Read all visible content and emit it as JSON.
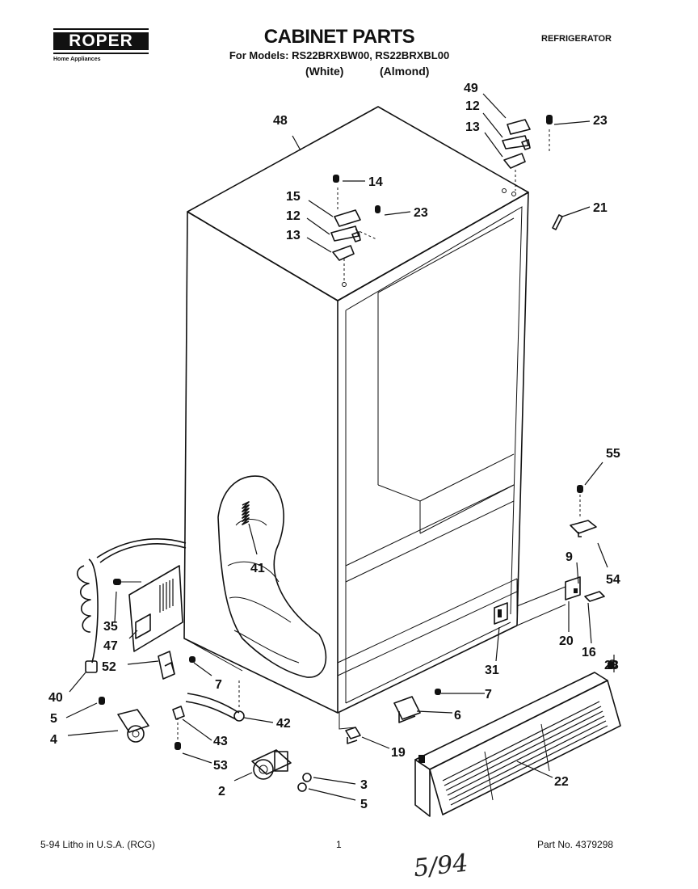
{
  "header": {
    "brand": "ROPER",
    "brand_tagline": "Home Appliances",
    "title": "CABINET PARTS",
    "models_line": "For Models: RS22BRXBW00, RS22BRXBL00",
    "variant_white": "(White)",
    "variant_almond": "(Almond)",
    "category": "REFRIGERATOR"
  },
  "footer": {
    "print_info": "5-94  Litho in U.S.A. (RCG)",
    "page_number": "1",
    "part_number": "Part No. 4379298",
    "handwritten_note": "5/94"
  },
  "callouts": {
    "c48": "48",
    "c49": "49",
    "c12a": "12",
    "c13a": "13",
    "c23a": "23",
    "c14": "14",
    "c15": "15",
    "c12b": "12",
    "c23b": "23",
    "c13b": "13",
    "c21": "21",
    "c55": "55",
    "c41": "41",
    "c9": "9",
    "c54": "54",
    "c35": "35",
    "c47": "47",
    "c20": "20",
    "c16": "16",
    "c52": "52",
    "c7a": "7",
    "c31": "31",
    "c23c": "23",
    "c40": "40",
    "c7b": "7",
    "c5a": "5",
    "c42": "42",
    "c6": "6",
    "c4": "4",
    "c43": "43",
    "c19": "19",
    "c53": "53",
    "c22": "22",
    "c2": "2",
    "c3": "3",
    "c5b": "5"
  }
}
